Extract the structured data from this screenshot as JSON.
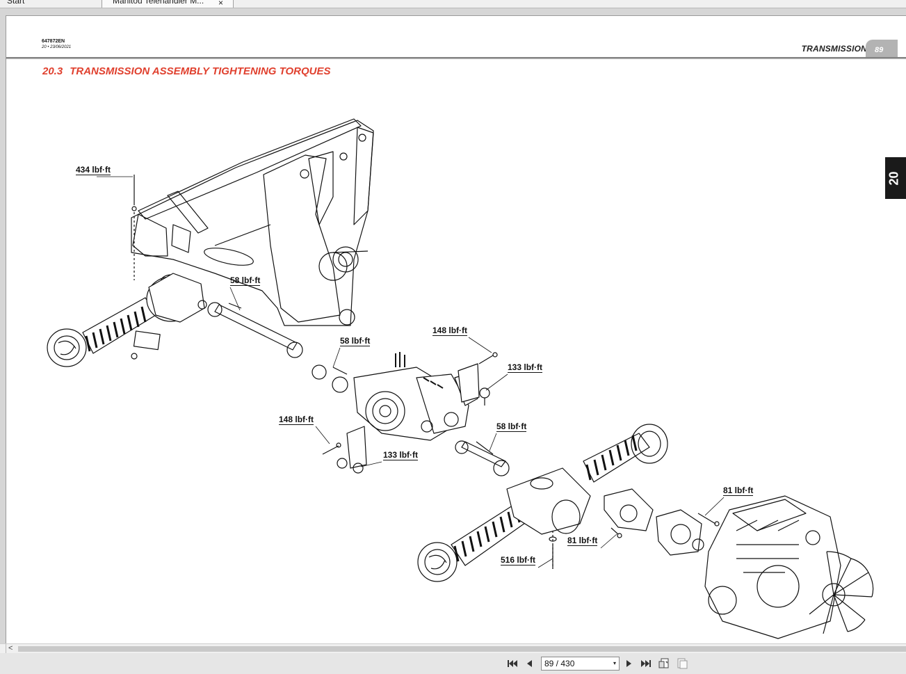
{
  "tabs": {
    "start_label": "Start",
    "document_label": "Manitou  Telehandler M...",
    "close_symbol": "×"
  },
  "page": {
    "doc_code": "647872EN",
    "doc_date": "20 • 23/06/2021",
    "section_title": "TRANSMISSION",
    "page_number": "89",
    "chapter_number": "20",
    "heading_number": "20.3",
    "heading_text": "TRANSMISSION ASSEMBLY TIGHTENING TORQUES"
  },
  "callouts": [
    "434 lbf·ft",
    "58 lbf·ft",
    "58 lbf·ft",
    "148 lbf·ft",
    "133 lbf·ft",
    "148 lbf·ft",
    "58 lbf·ft",
    "133 lbf·ft",
    "81 lbf·ft",
    "81 lbf·ft",
    "516 lbf·ft"
  ],
  "navigation": {
    "page_indicator": "89 / 430",
    "dropdown_arrow": "▾"
  },
  "scrollbar": {
    "left_arrow": "<"
  },
  "icons": {
    "first": "first-page-icon",
    "prev": "previous-page-icon",
    "next": "next-page-icon",
    "last": "last-page-icon",
    "fit_page": "fit-page-icon",
    "fit_width": "fit-width-icon"
  }
}
